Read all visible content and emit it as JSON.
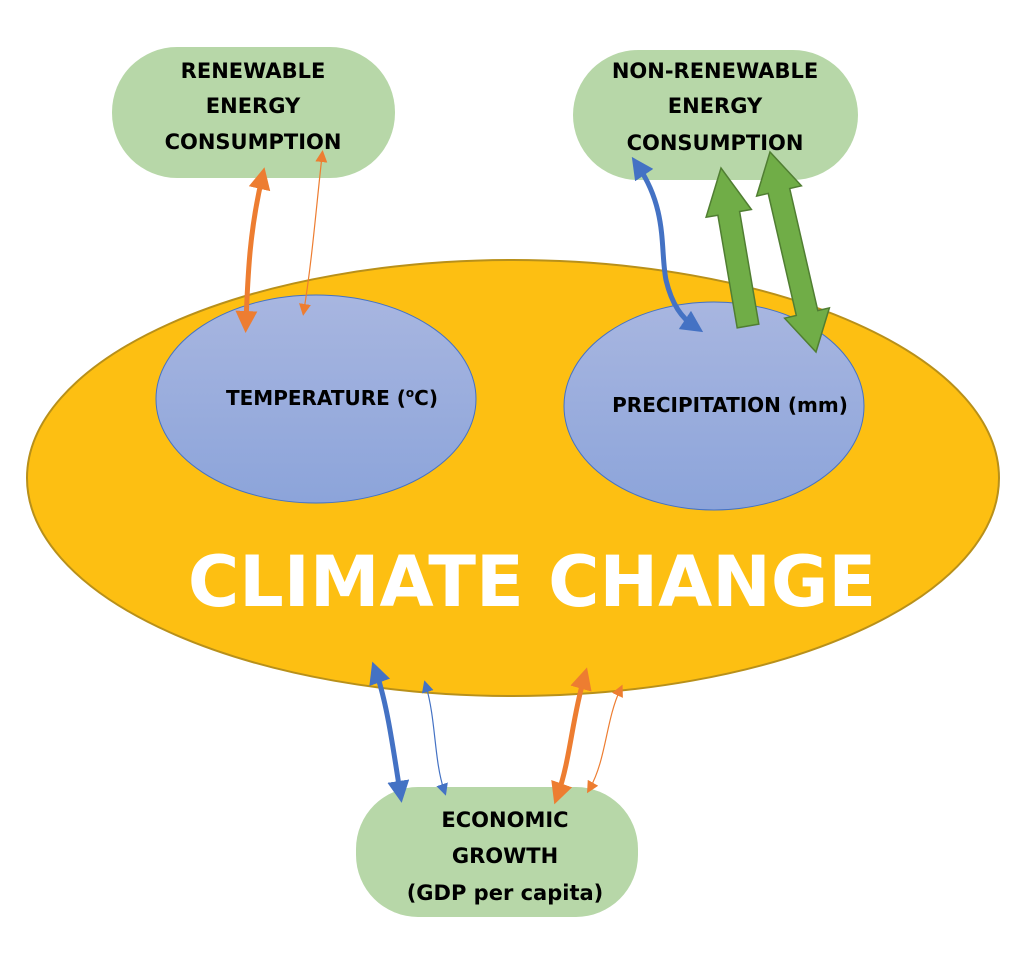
{
  "nodes": {
    "renewable": {
      "lines": [
        "RENEWABLE",
        "ENERGY",
        "CONSUMPTION"
      ]
    },
    "nonrenewable": {
      "lines": [
        "NON-RENEWABLE",
        "ENERGY",
        "CONSUMPTION"
      ]
    },
    "economic": {
      "lines": [
        "ECONOMIC",
        "GROWTH",
        "(GDP per capita)"
      ]
    },
    "temperature": {
      "label": "TEMPERATURE (",
      "sup": "o",
      "label_end": "C)"
    },
    "precipitation": {
      "label": "PRECIPITATION (mm)"
    },
    "climate": {
      "label": "CLIMATE CHANGE"
    }
  },
  "colors": {
    "climate_fill": "#FDBF12",
    "climate_stroke": "#B8901A",
    "box_fill": "#B7D7A8",
    "ellipse_top": "#A8B6E0",
    "ellipse_bottom": "#8CA4DA",
    "ellipse_stroke": "#4472C4",
    "orange": "#ED7D31",
    "blue": "#4472C4",
    "green": "#70AD47",
    "green_stroke": "#507E32"
  }
}
